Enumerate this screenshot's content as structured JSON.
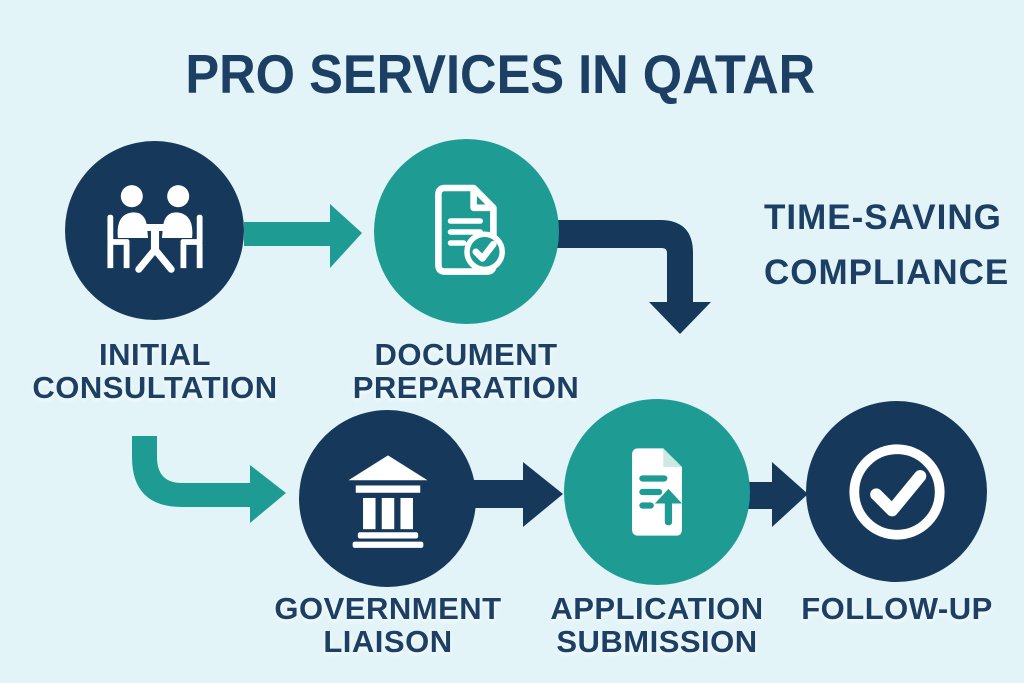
{
  "title": "PRO SERVICES IN QATAR",
  "colors": {
    "navy": "#16395B",
    "teal": "#1E9C93",
    "background": "#E2F4F8",
    "text": "#1C3F63",
    "icon": "#FFFFFF"
  },
  "benefits": [
    "TIME-SAVING",
    "COMPLIANCE"
  ],
  "steps": [
    {
      "line1": "INITIAL",
      "line2": "CONSULTATION",
      "icon": "meeting-icon",
      "circle_color": "navy"
    },
    {
      "line1": "DOCUMENT",
      "line2": "PREPARATION",
      "icon": "document-check-icon",
      "circle_color": "teal"
    },
    {
      "line1": "GOVERNMENT",
      "line2": "LIAISON",
      "icon": "government-building-icon",
      "circle_color": "navy"
    },
    {
      "line1": "APPLICATION",
      "line2": "SUBMISSION",
      "icon": "document-upload-icon",
      "circle_color": "teal"
    },
    {
      "line1": "FOLLOW-UP",
      "line2": "",
      "icon": "check-circle-icon",
      "circle_color": "navy"
    }
  ]
}
